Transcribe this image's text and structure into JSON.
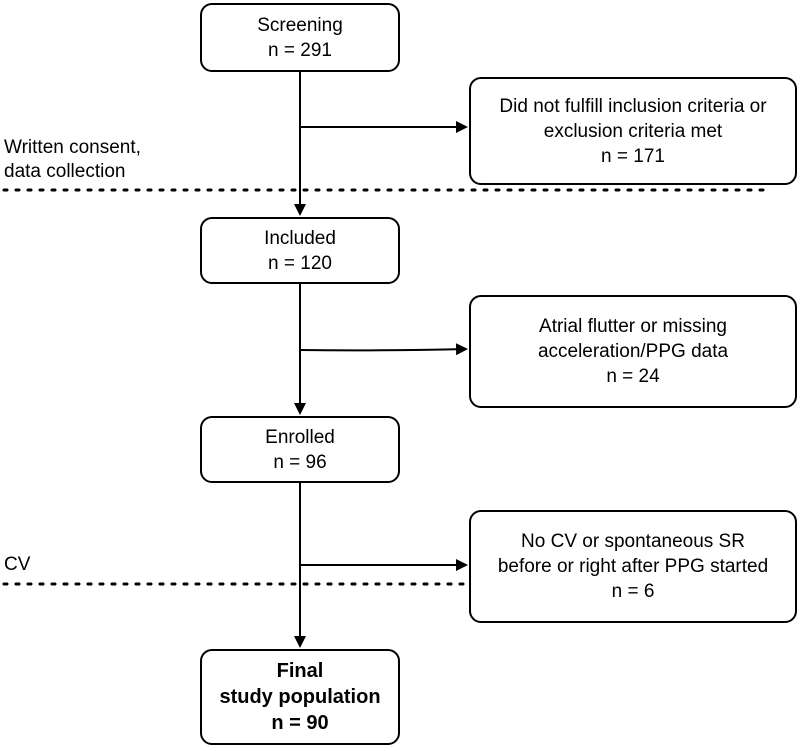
{
  "steps": [
    {
      "label": "Screening",
      "count": "n = 291"
    },
    {
      "label": "Included",
      "count": "n = 120"
    },
    {
      "label": "Enrolled",
      "count": "n = 96"
    },
    {
      "label_line1": "Final",
      "label_line2": "study population",
      "count": "n = 90"
    }
  ],
  "exclusions": [
    {
      "line1": "Did not fulfill inclusion criteria or",
      "line2": "exclusion criteria met",
      "count": "n = 171"
    },
    {
      "line1": "Atrial flutter or missing",
      "line2": "acceleration/PPG data",
      "count": "n = 24"
    },
    {
      "line1": "No CV or spontaneous SR",
      "line2": "before or right after PPG started",
      "count": "n = 6"
    }
  ],
  "phases": [
    {
      "line1": "Written consent,",
      "line2": "data collection"
    },
    {
      "line1": "CV"
    }
  ],
  "colors": {
    "stroke": "#000000",
    "background": "#ffffff"
  }
}
